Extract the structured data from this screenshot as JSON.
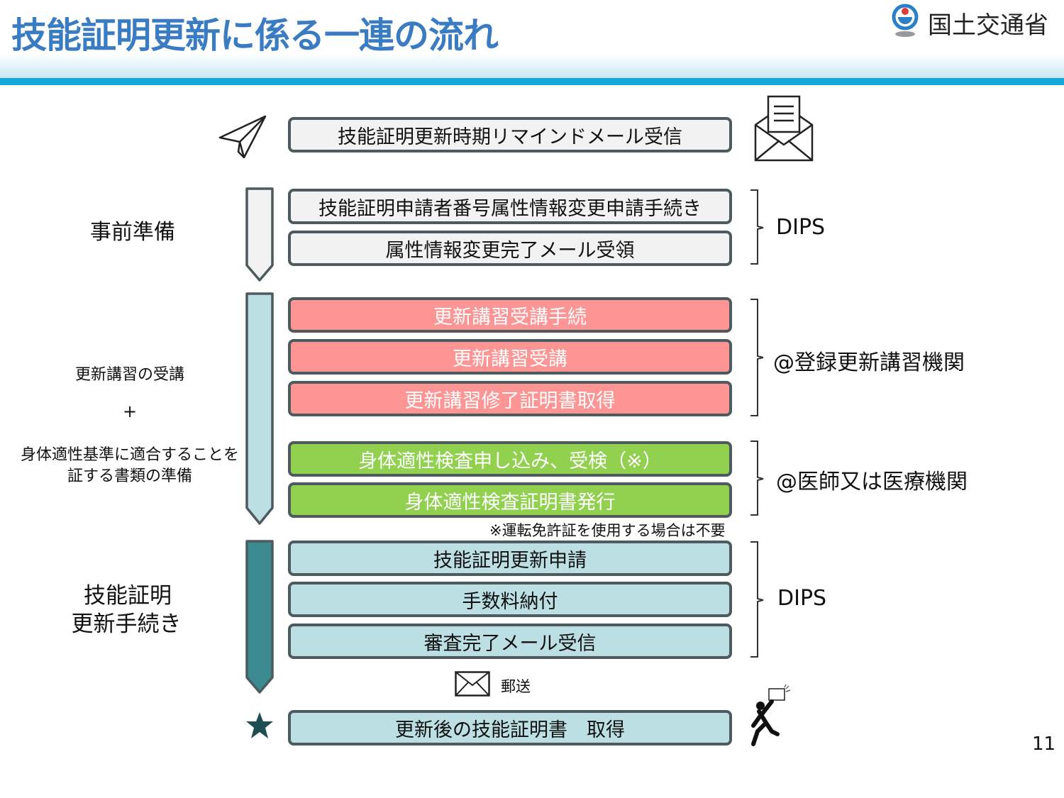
{
  "header": {
    "title": "技能証明更新に係る一連の流れ",
    "logo_text": "国土交通省"
  },
  "flow": {
    "reminder": "技能証明更新時期リマインドメール受信",
    "prep": [
      "技能証明申請者番号属性情報変更申請手続き",
      "属性情報変更完了メール受領"
    ],
    "course": [
      "更新講習受講手続",
      "更新講習受講",
      "更新講習修了証明書取得"
    ],
    "medical": [
      "身体適性検査申し込み、受検（※）",
      "身体適性検査証明書発行"
    ],
    "note": "※運転免許証を使用する場合は不要",
    "renewal": [
      "技能証明更新申請",
      "手数料納付",
      "審査完了メール受信"
    ],
    "mail_label": "郵送",
    "final": "更新後の技能証明書　取得"
  },
  "phases": {
    "prep": "事前準備",
    "course_line1": "更新講習の受講",
    "plus": "+",
    "course_line2": "身体適性基準に適合することを",
    "course_line3": "証する書類の準備",
    "renew_line1": "技能証明",
    "renew_line2": "更新手続き"
  },
  "targets": {
    "dips1": "DIPS",
    "course_org": "@登録更新講習機関",
    "medical_org": "@医師又は医療機関",
    "dips2": "DIPS"
  },
  "page_number": "11",
  "colors": {
    "title": "#3a7cc4",
    "accent_line": "#14a7d7",
    "gray_box": "#f2f2f2",
    "pink_box": "#fd9595",
    "green_box": "#92d050",
    "blue_box": "#bcdfe4",
    "dark_arrow": "#3a8a8f",
    "light_arrow": "#bcdfe4"
  },
  "icons": [
    "paper-plane-icon",
    "open-envelope-icon",
    "envelope-icon",
    "star-icon",
    "running-person-icon"
  ]
}
